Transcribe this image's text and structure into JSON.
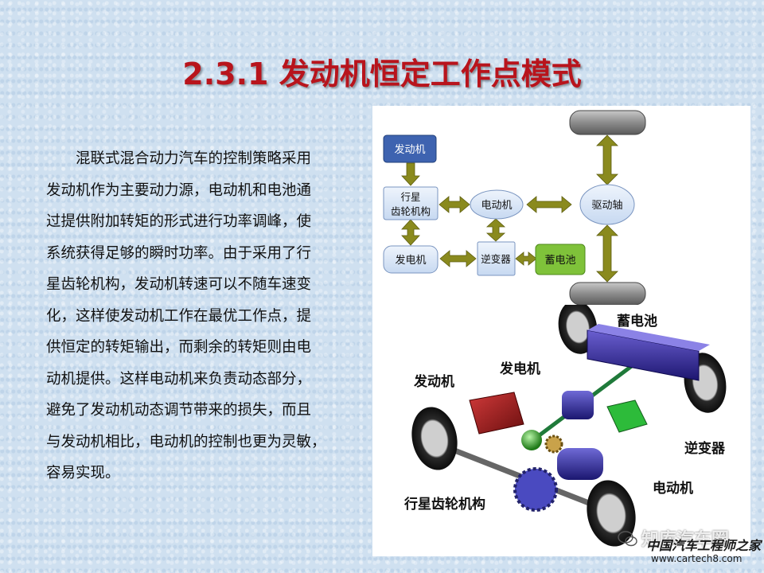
{
  "title": "2.3.1 发动机恒定工作点模式",
  "paragraph_lines": [
    "混联式混合动力汽车的控制策略采用",
    "发动机作为主要动力源，电动机和电池通",
    "过提供附加转矩的形式进行功率调峰，使",
    "系统获得足够的瞬时功率。由于采用了行",
    "星齿轮机构，发动机转速可以不随车速变",
    "化，这样使发动机工作在最优工作点，提",
    "供恒定的转矩输出，而剩余的转矩则由电",
    "动机提供。这样电动机来负责动态部分，",
    "避免了发动机动态调节带来的损失，而且",
    "与发动机相比，电动机的控制也更为灵敏，",
    "容易实现。"
  ],
  "flow_diagram": {
    "engine": "发动机",
    "planetary_line1": "行星",
    "planetary_line2": "齿轮机构",
    "generator": "发电机",
    "motor": "电动机",
    "inverter": "逆变器",
    "battery": "蓄电池",
    "drive_axle": "驱动轴"
  },
  "photo_labels": {
    "battery": "蓄电池",
    "engine": "发动机",
    "generator": "发电机",
    "inverter": "逆变器",
    "motor": "电动机",
    "planetary": "行星齿轮机构"
  },
  "watermark": {
    "brand": "知库汽车圈",
    "site_name": "中国汽车工程师之家",
    "url": "www.cartech8.com"
  },
  "colors": {
    "title": "#b8141c",
    "arrow": "#8a8a1e",
    "engine_box": "#3e63b0",
    "node_fill": "#dbe7f7",
    "battery_box": "#7fc23a"
  }
}
